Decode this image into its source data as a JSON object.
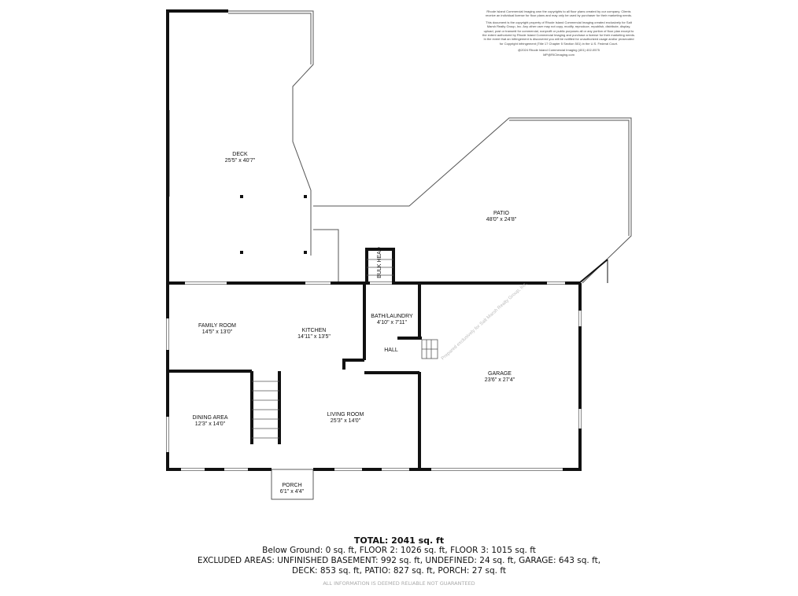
{
  "copyright": {
    "p1": "Rhode Island Commercial Imaging own the copyrights to all floor plans created by our company. Clients receive an individual license for floor plans and may only be used by purchaser for their marketing needs.",
    "p2": "This document is the copyright property of Rhode Island Commercial Imaging created exclusively for Salt Marsh Realty Group, Inc. Any other user may not copy, modify, reproduce, republish, distribute, display, upload, post or transmit for commercial, nonprofit or public purposes all or any portion of floor plan except to the extent authorized by Rhode Island Commercial Imaging and purchase a license for their marketing needs. In the event that an infringement is discovered you will be notified for unauthorized usage and/or prosecuted for Copyright infringement (Title 17 Chapter 5 Section 501) in the U.S. Federal Court.",
    "p3": "@2024 Rhode Island Commercial Imaging (401) 402-0575",
    "p4": "MP@RICImaging.com"
  },
  "watermark": "Prepared exclusively for Salt Marsh Realty Group, Inc.",
  "rooms": {
    "deck": {
      "name": "DECK",
      "dims": "25'5\" x 40'7\""
    },
    "patio": {
      "name": "PATIO",
      "dims": "48'0\" x 24'8\""
    },
    "bulkhead": {
      "name": "BULK HEAD"
    },
    "family_room": {
      "name": "FAMILY ROOM",
      "dims": "14'5\" x 13'0\""
    },
    "kitchen": {
      "name": "KITCHEN",
      "dims": "14'11\" x 13'5\""
    },
    "bath_laundry": {
      "name": "BATH/LAUNDRY",
      "dims": "4'10\" x 7'11\""
    },
    "hall": {
      "name": "HALL"
    },
    "garage": {
      "name": "GARAGE",
      "dims": "23'6\" x 27'4\""
    },
    "dining_area": {
      "name": "DINING AREA",
      "dims": "12'3\" x 14'0\""
    },
    "living_room": {
      "name": "LIVING ROOM",
      "dims": "25'3\" x 14'0\""
    },
    "porch": {
      "name": "PORCH",
      "dims": "6'1\" x 4'4\""
    }
  },
  "summary": {
    "total": "TOTAL: 2041 sq. ft",
    "line1": "Below Ground: 0 sq. ft, FLOOR 2: 1026 sq. ft, FLOOR 3: 1015 sq. ft",
    "line2": "EXCLUDED AREAS: UNFINISHED BASEMENT: 992 sq. ft, UNDEFINED: 24 sq. ft, GARAGE: 643 sq. ft,",
    "line3": "DECK: 853 sq. ft, PATIO: 827 sq. ft, PORCH: 27 sq. ft",
    "disclaimer": "ALL INFORMATION IS DEEMED RELIABLE NOT GUARANTEED"
  }
}
